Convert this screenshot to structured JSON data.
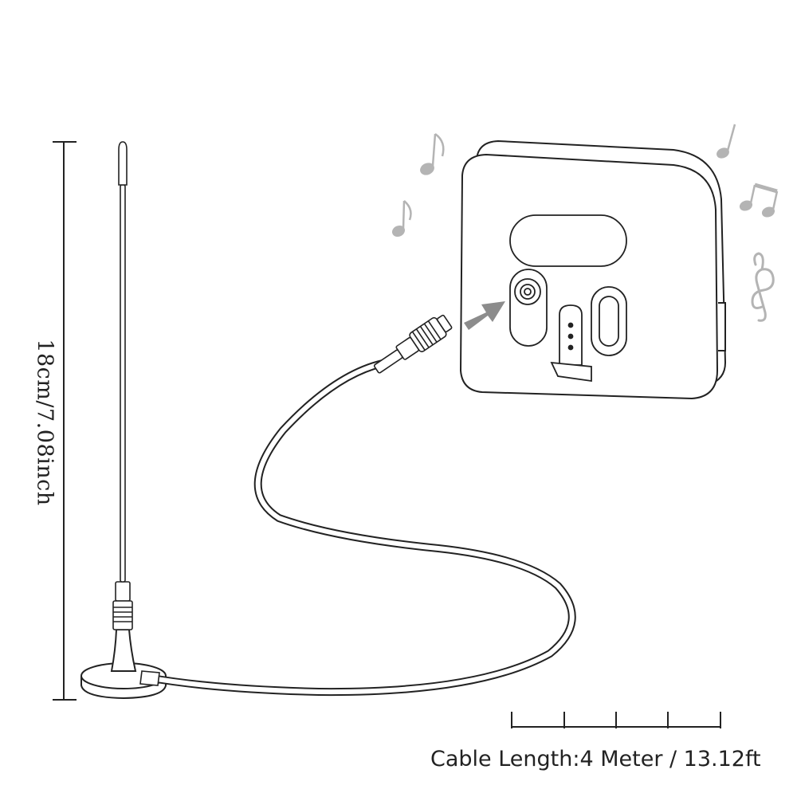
{
  "dimensions": {
    "height_label": "18cm/7.08inch",
    "cable_length_label": "Cable Length:4 Meter / 13.12ft"
  },
  "scale_bar": {
    "segments": 4
  },
  "colors": {
    "line": "#222222",
    "arrow": "#8c8c8c",
    "music_notes": "#b4b4b4"
  },
  "icons": [
    "music-note-icon",
    "treble-clef-icon",
    "arrow-right-icon"
  ]
}
